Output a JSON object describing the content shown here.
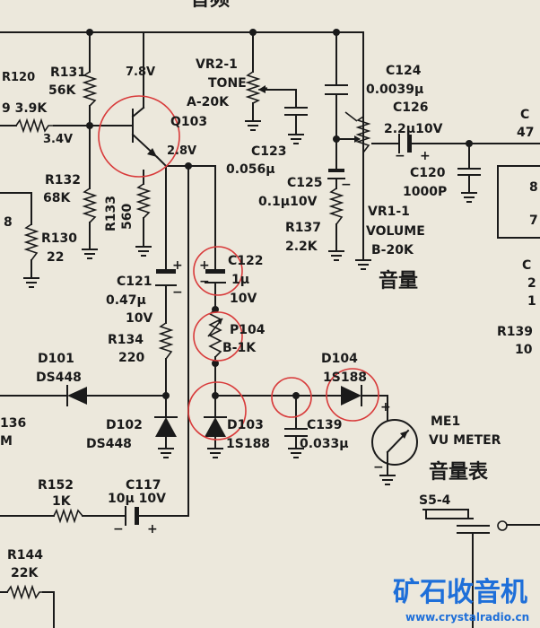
{
  "page_title_fragment": "音频",
  "components": {
    "r120": "R120",
    "r_partial_39k": "9 3.9K",
    "r131": "R131",
    "r131_value": "56K",
    "v_collector": "7.8V",
    "v_base": "3.4V",
    "v_emitter": "2.8V",
    "q103": "Q103",
    "r132": "R132",
    "r132_value": "68K",
    "r133": "R133",
    "r133_value": "560",
    "r130": "R130",
    "r130_value": "22",
    "left_edge_8": "8",
    "vr2": "VR2-1",
    "vr2_name": "TONE",
    "vr2_value": "A-20K",
    "c123": "C123",
    "c123_value": "0.056µ",
    "c124": "C124",
    "c124_value": "0.0039µ",
    "c126": "C126",
    "c126_value": "2.2µ10V",
    "c125": "C125",
    "c125_value": "0.1µ10V",
    "r137": "R137",
    "r137_value": "2.2K",
    "vr1": "VR1-1",
    "vr1_name": "VOLUME",
    "vr1_value": "B-20K",
    "vr1_cn": "音量",
    "c120": "C120",
    "c120_value": "1000P",
    "c_edge": "C",
    "c_edge_value": "47",
    "c121": "C121",
    "c121_value": "0.47µ",
    "c121_voltage": "10V",
    "c122": "C122",
    "c122_value": "1µ",
    "c122_voltage": "10V",
    "p104": "P104",
    "p104_value": "B-1K",
    "r134": "R134",
    "r134_value": "220",
    "d101": "D101",
    "d101_type": "DS448",
    "d102": "D102",
    "d102_type": "DS448",
    "d103": "D103",
    "d103_type": "1S188",
    "d104": "D104",
    "d104_type": "1S188",
    "c139": "C139",
    "c139_value": "0.033µ",
    "me1": "ME1",
    "me1_name": "VU METER",
    "me1_cn": "音量表",
    "r136_partial": "136",
    "m_partial": "M",
    "r152": "R152",
    "r152_value": "1K",
    "c117": "C117",
    "c117_value": "10µ 10V",
    "r144": "R144",
    "r144_value": "22K",
    "s5": "S5-4",
    "r139_partial": "R139",
    "r139_value_partial": "10",
    "c_edge2": "C",
    "edge_8": "8",
    "edge_7": "7",
    "edge_2": "2",
    "edge_1": "1"
  },
  "watermark": {
    "brand": "矿石收音机",
    "url": "www.crystalradio.cn"
  },
  "colors": {
    "paper": "#ece8dc",
    "ink": "#1a1a1a",
    "highlight_circle": "#d83a3a",
    "watermark": "#1e6fd9"
  }
}
